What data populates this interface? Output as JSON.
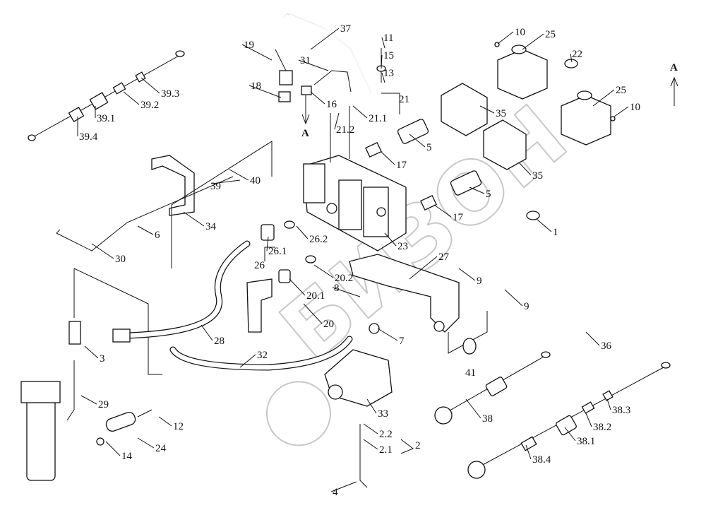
{
  "labels": [
    "37",
    "19",
    "11",
    "15",
    "13",
    "10",
    "25",
    "22",
    "31",
    "39.3",
    "39.2",
    "39.1",
    "39.4",
    "18",
    "16",
    "21",
    "21.1",
    "21.2",
    "35",
    "25",
    "10",
    "5",
    "17",
    "40",
    "39",
    "35",
    "5",
    "17",
    "26.2",
    "26.1",
    "26",
    "6",
    "30",
    "34",
    "23",
    "1",
    "27",
    "20.2",
    "8",
    "20.1",
    "20",
    "9",
    "9",
    "7",
    "28",
    "32",
    "3",
    "36",
    "41",
    "29",
    "33",
    "38",
    "38.3",
    "38.2",
    "38.1",
    "38.4",
    "12",
    "2.2",
    "2.1",
    "2",
    "24",
    "14",
    "4",
    "A",
    "A"
  ],
  "watermark": "БИЗОН"
}
